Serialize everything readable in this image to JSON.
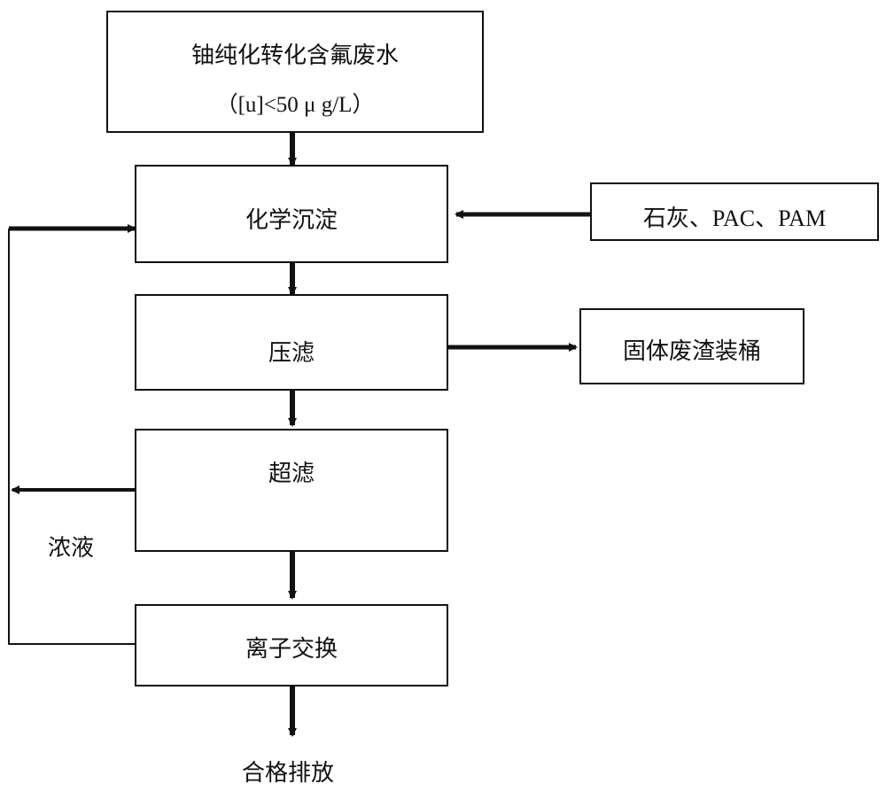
{
  "source": {
    "title": "铀纯化转化含氟废水",
    "condition": "（[u]<50 μ g/L）"
  },
  "steps": {
    "precipitation": "化学沉淀",
    "press_filter": "压滤",
    "ultrafiltration": "超滤",
    "ion_exchange": "离子交换"
  },
  "reagents": "石灰、PAC、PAM",
  "solid_waste": "固体废渣装桶",
  "concentrate_label": "浓液",
  "discharge_label": "合格排放"
}
